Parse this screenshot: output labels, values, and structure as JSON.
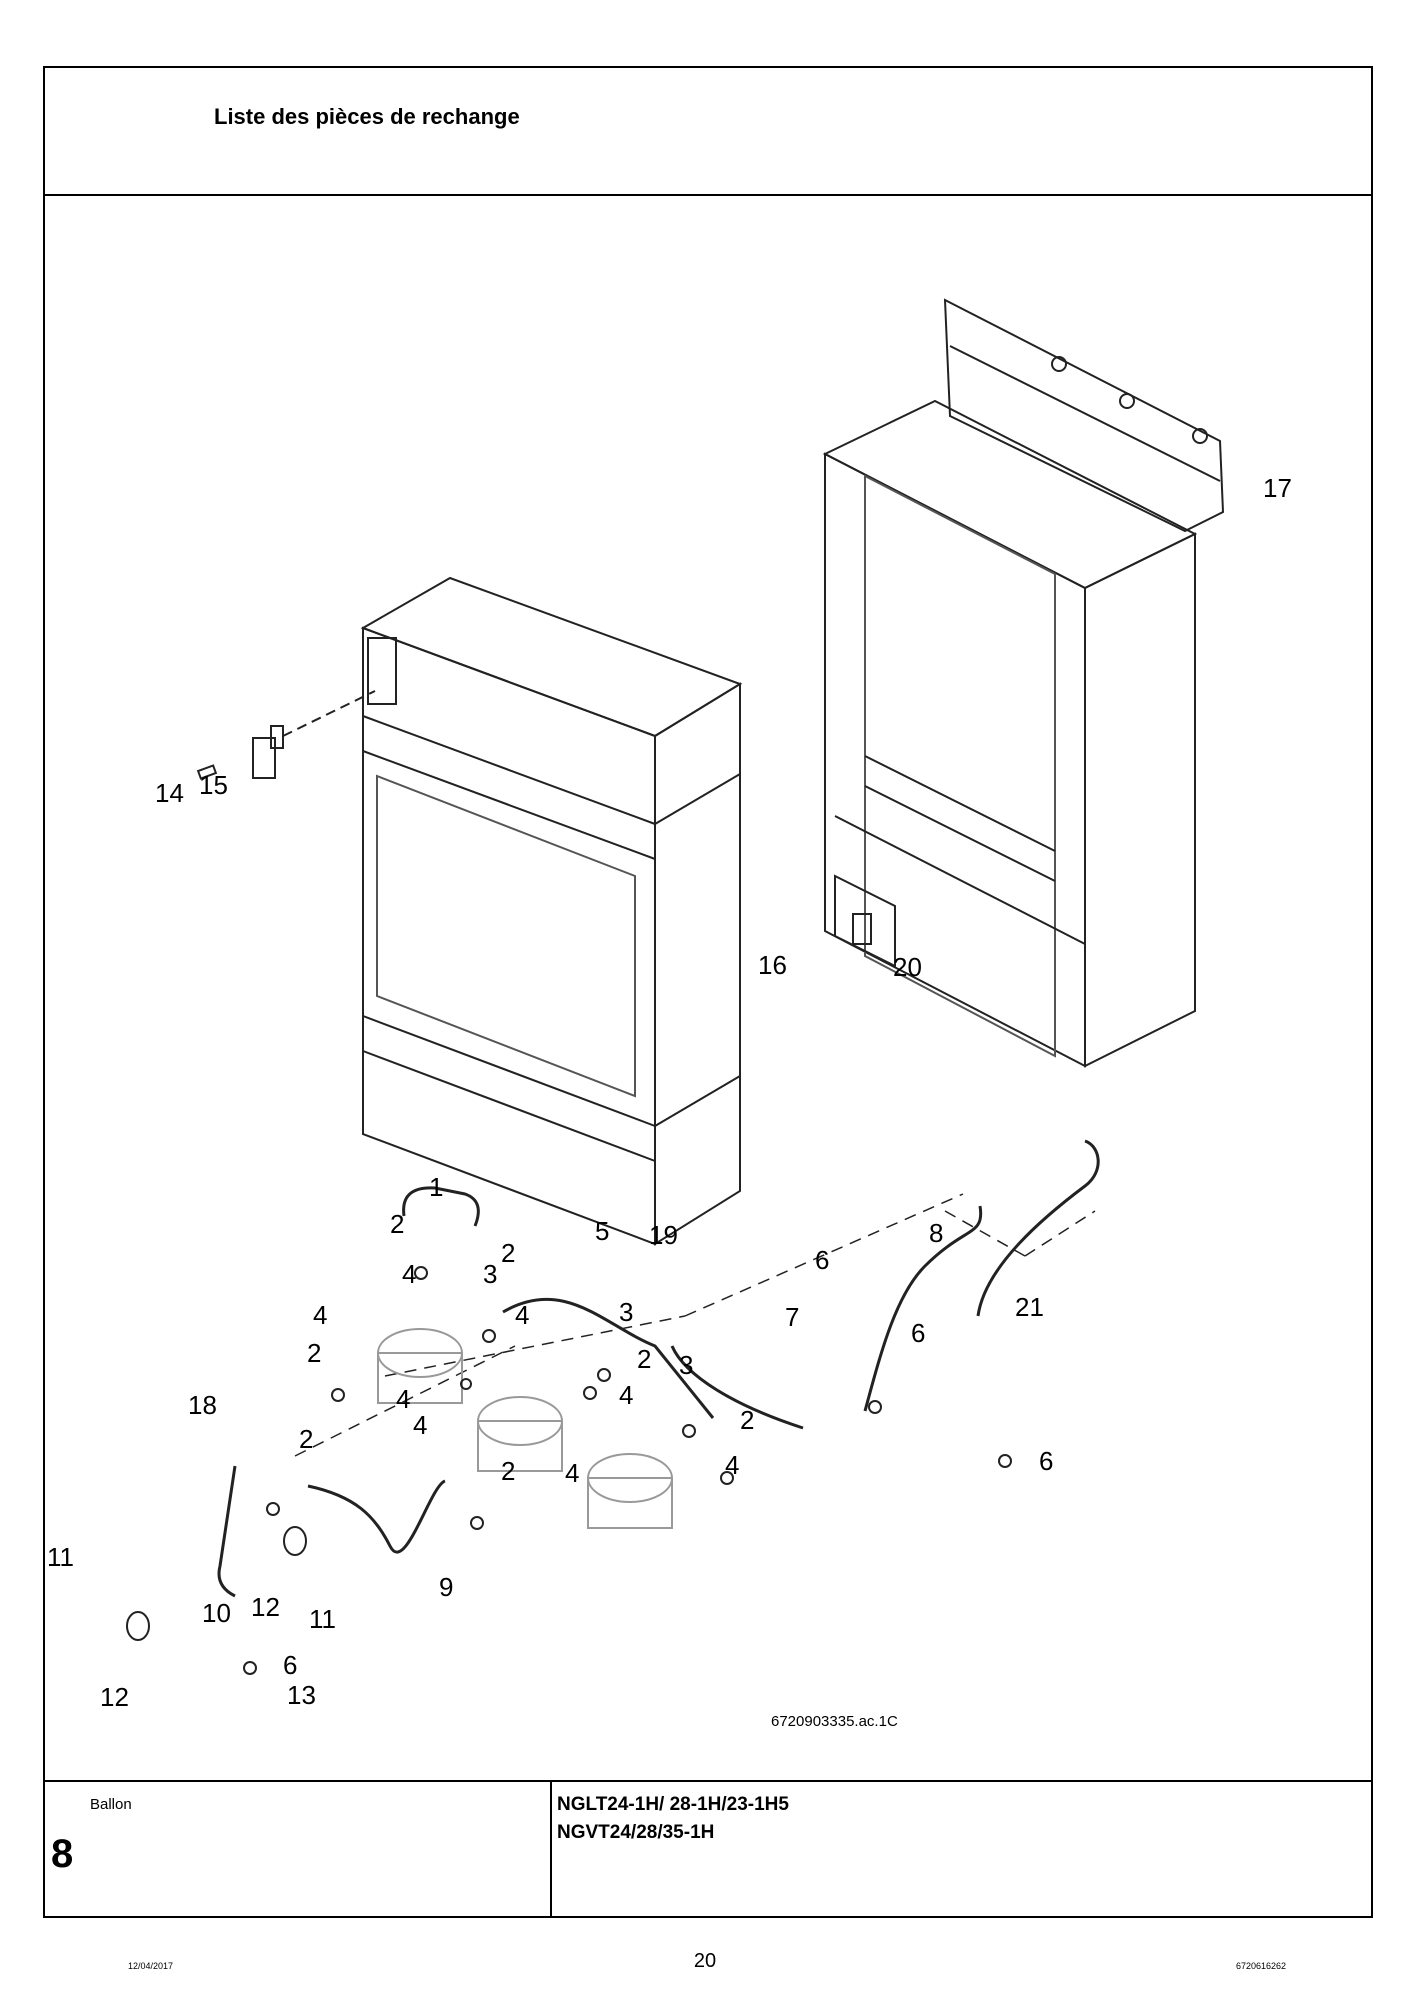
{
  "header": {
    "title": "Liste des pièces de rechange"
  },
  "drawing": {
    "reference": "6720903335.ac.1C",
    "callouts": [
      "1",
      "2",
      "2",
      "2",
      "2",
      "2",
      "2",
      "2",
      "3",
      "3",
      "3",
      "4",
      "4",
      "4",
      "4",
      "4",
      "4",
      "4",
      "4",
      "5",
      "6",
      "6",
      "6",
      "6",
      "7",
      "8",
      "9",
      "10",
      "11",
      "11",
      "12",
      "12",
      "13",
      "14",
      "15",
      "16",
      "17",
      "18",
      "19",
      "20",
      "21"
    ]
  },
  "footer": {
    "section_label": "Ballon",
    "section_number": "8",
    "model_line_1": "NGLT24-1H/ 28-1H/23-1H5",
    "model_line_2": "NGVT24/28/35-1H"
  },
  "page": {
    "number": "20",
    "date": "12/04/2017",
    "doc_number": "6720616262"
  }
}
